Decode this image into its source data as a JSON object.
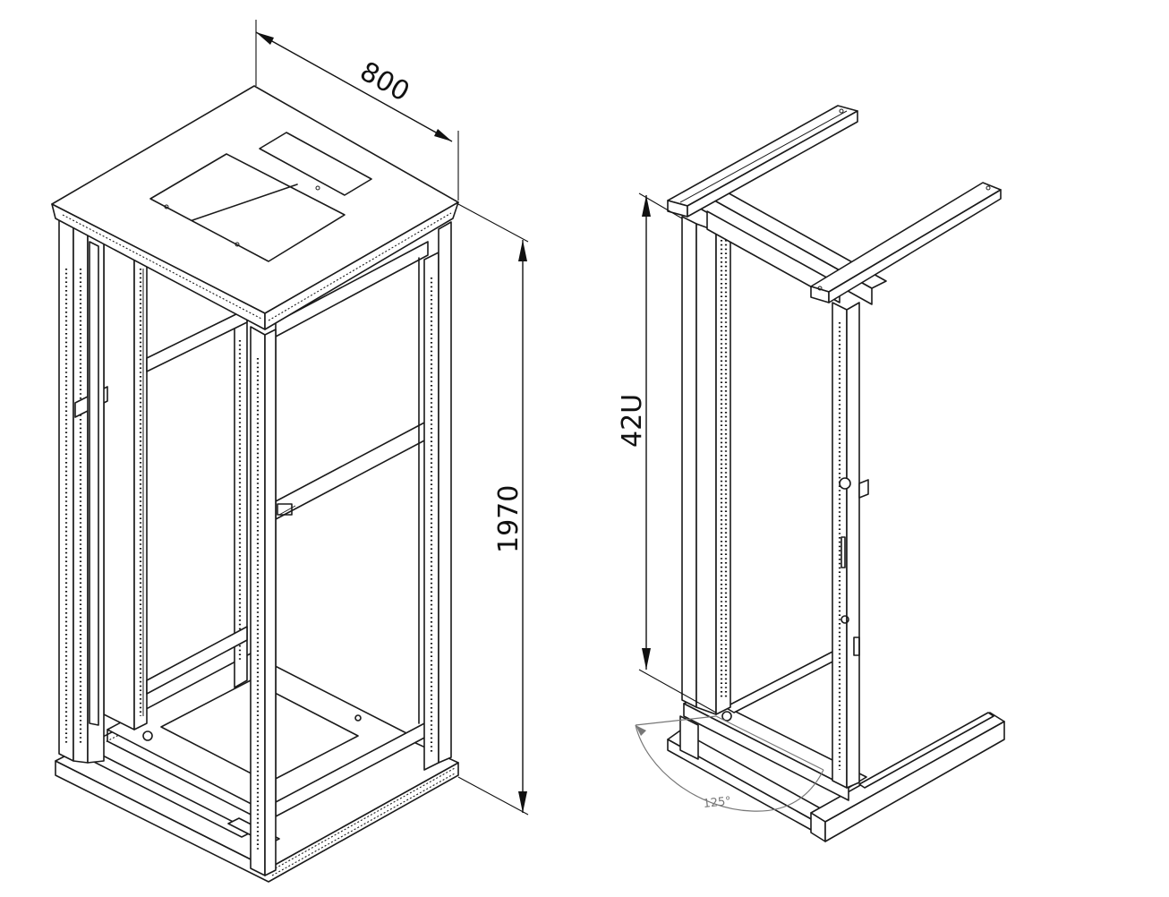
{
  "dimensions": {
    "width_label": "800",
    "height_label": "1970",
    "rack_units_label": "42U",
    "door_angle_label": "125°"
  }
}
